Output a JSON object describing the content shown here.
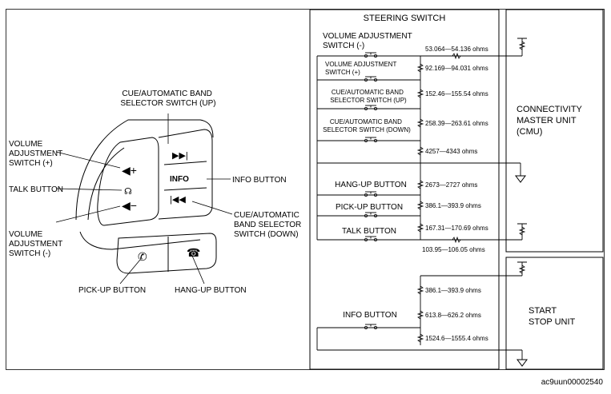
{
  "left_diagram": {
    "cue_up": [
      "CUE/AUTOMATIC BAND",
      "SELECTOR SWITCH (UP)"
    ],
    "vol_plus": [
      "VOLUME",
      "ADJUSTMENT",
      "SWITCH (+)"
    ],
    "talk": "TALK BUTTON",
    "vol_minus": [
      "VOLUME",
      "ADJUSTMENT",
      "SWITCH (-)"
    ],
    "info": "INFO BUTTON",
    "cue_down": [
      "CUE/AUTOMATIC",
      "BAND SELECTOR",
      "SWITCH (DOWN)"
    ],
    "pickup": "PICK-UP BUTTON",
    "hangup": "HANG-UP BUTTON",
    "info_face": "INFO"
  },
  "schematic": {
    "title": "STEERING SWITCH",
    "sw_vol_minus": [
      "VOLUME ADJUSTMENT",
      "SWITCH (-)"
    ],
    "sw_vol_plus": [
      "VOLUME ADJUSTMENT",
      "SWITCH (+)"
    ],
    "sw_cue_up": [
      "CUE/AUTOMATIC BAND",
      "SELECTOR SWITCH (UP)"
    ],
    "sw_cue_down": [
      "CUE/AUTOMATIC BAND",
      "SELECTOR SWITCH (DOWN)"
    ],
    "sw_hangup": "HANG-UP BUTTON",
    "sw_pickup": "PICK-UP BUTTON",
    "sw_talk": "TALK BUTTON",
    "sw_info": "INFO BUTTON",
    "r1": "53.064—54.136 ohms",
    "r2": "92.169—94.031 ohms",
    "r3": "152.46—155.54 ohms",
    "r4": "258.39—263.61 ohms",
    "r5": "4257—4343 ohms",
    "r6": "2673—2727 ohms",
    "r7": "386.1—393.9 ohms",
    "r8": "167.31—170.69 ohms",
    "r9": "103.95—106.05 ohms",
    "r10": "386.1—393.9 ohms",
    "r11": "613.8—626.2 ohms",
    "r12": "1524.6—1555.4 ohms",
    "cmu": [
      "CONNECTIVITY",
      "MASTER UNIT",
      "(CMU)"
    ],
    "ssu": [
      "START",
      "STOP UNIT"
    ]
  },
  "footer": "ac9uun00002540"
}
